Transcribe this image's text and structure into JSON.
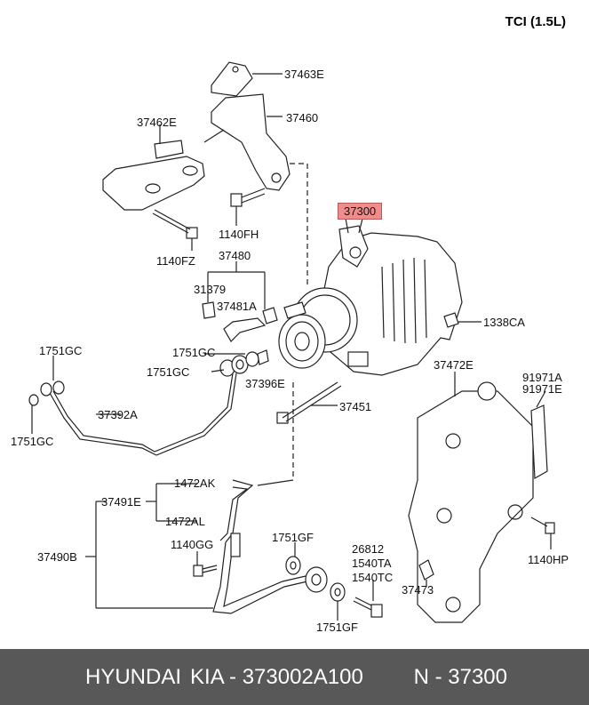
{
  "engine_tag": "TCI (1.5L)",
  "parts": {
    "p37463E": "37463E",
    "p37460": "37460",
    "p37462E": "37462E",
    "p1140FH": "1140FH",
    "p1140FZ": "1140FZ",
    "p37480": "37480",
    "p31379": "31379",
    "p37481A": "37481A",
    "p37300": "37300",
    "p1338CA": "1338CA",
    "p1751GC_a": "1751GC",
    "p1751GC_b": "1751GC",
    "p1751GC_c": "1751GC",
    "p1751GC_d": "1751GC",
    "p37396E": "37396E",
    "p37392A": "37392A",
    "p37451": "37451",
    "p37472E": "37472E",
    "p91971A": "91971A",
    "p91971E": "91971E",
    "p1472AK": "1472AK",
    "p37491E": "37491E",
    "p1472AL": "1472AL",
    "p37490B": "37490B",
    "p1140GG": "1140GG",
    "p1751GF_a": "1751GF",
    "p1751GF_b": "1751GF",
    "p26812": "26812",
    "p1540TA": "1540TA",
    "p1540TC": "1540TC",
    "p37473": "37473",
    "p1140HP": "1140HP"
  },
  "footer": {
    "brand": "HYUNDAI",
    "maker": "KIA - 373002A100",
    "number": "N - 37300"
  },
  "colors": {
    "highlight": "#f08c8c",
    "footer_bg": "#585858"
  }
}
